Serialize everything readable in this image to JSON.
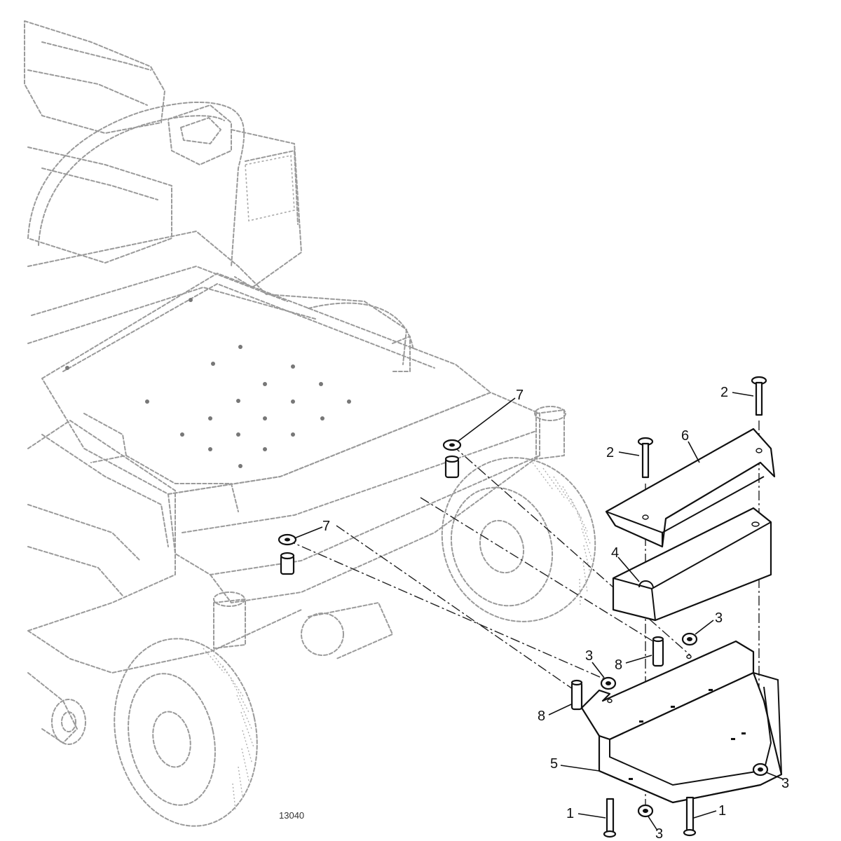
{
  "figure_number": "13040",
  "callouts": [
    {
      "id": "c2a",
      "label": "2"
    },
    {
      "id": "c2b",
      "label": "2"
    },
    {
      "id": "c6",
      "label": "6"
    },
    {
      "id": "c7a",
      "label": "7"
    },
    {
      "id": "c7b",
      "label": "7"
    },
    {
      "id": "c4",
      "label": "4"
    },
    {
      "id": "c3a",
      "label": "3"
    },
    {
      "id": "c3b",
      "label": "3"
    },
    {
      "id": "c3c",
      "label": "3"
    },
    {
      "id": "c3d",
      "label": "3"
    },
    {
      "id": "c8a",
      "label": "8"
    },
    {
      "id": "c8b",
      "label": "8"
    },
    {
      "id": "c5",
      "label": "5"
    },
    {
      "id": "c1a",
      "label": "1"
    },
    {
      "id": "c1b",
      "label": "1"
    }
  ]
}
